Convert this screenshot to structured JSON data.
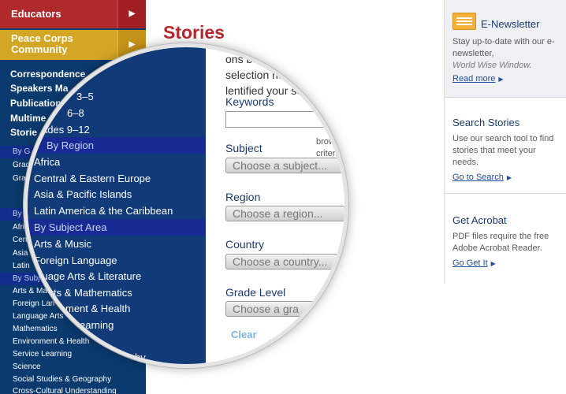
{
  "left_nav": {
    "tabs": [
      {
        "label": "Educators",
        "arrow": "▶"
      },
      {
        "label": "Peace Corps\nCommunity",
        "arrow": "▶"
      }
    ],
    "links": [
      "Correspondence",
      "Speakers Ma",
      "Publication",
      "Multime",
      "Storie"
    ],
    "sections": [
      {
        "heading": "By G",
        "items": [
          "Grad",
          "Grad"
        ]
      },
      {
        "heading": "By",
        "items": [
          "Afri",
          "Cen",
          "Asia",
          "Latin"
        ]
      },
      {
        "heading": "By Subj",
        "items": [
          "Arts & Mathematics",
          "Foreign Lan",
          "Language Arts",
          "Mathematics",
          "Environment & Health",
          "Service Learning",
          "Science",
          "Social Studies & Geography",
          "Cross-Cultural Understanding"
        ]
      }
    ]
  },
  "magnifier": {
    "left": {
      "grade_items": [
        "3–5",
        "6–8",
        "ades 9–12"
      ],
      "region_heading": "By Region",
      "region_items": [
        "Africa",
        "Central & Eastern Europe",
        "Asia & Pacific Islands",
        "Latin America & the Caribbean"
      ],
      "subject_heading": "By Subject Area",
      "subject_items": [
        "Arts & Music",
        "Foreign Language",
        "nguage Arts & Literature",
        "Arts & Mathematics",
        "ment & Health",
        "earning",
        "graphy"
      ]
    },
    "right": {
      "intro": "ons below to find a story that\nselection needs. Press \"Submit\nlentified your search",
      "keywords_label": "Keywords",
      "subject_label": "Subject",
      "subject_placeholder": "Choose a subject...",
      "note": "browse our entire\ncriteria.",
      "region_label": "Region",
      "region_placeholder": "Choose a region...",
      "country_label": "Country",
      "country_placeholder": "Choose a country...",
      "grade_label": "Grade Level",
      "grade_placeholder": "Choose a gra",
      "clear_label": "Clear",
      "submit_label": "Submit Search ▸"
    }
  },
  "main": {
    "title": "Stories"
  },
  "right_sidebar": {
    "newsletter": {
      "title": "E-Newsletter",
      "text": "Stay up-to-date with our e-newsletter,",
      "text_em": "World Wise Window.",
      "link": "Read more"
    },
    "search": {
      "title": "Search Stories",
      "text": "Use our search tool to find stories that meet your needs.",
      "link": "Go to Search"
    },
    "acrobat": {
      "title": "Get Acrobat",
      "text": "PDF files require the free Adobe Acrobat Reader.",
      "link": "Go Get It"
    }
  },
  "colors": {
    "nav_bg": "#0b3a6e",
    "educators_tab": "#b0292b",
    "peace_corps_tab": "#d4a626",
    "title_red": "#b8262b",
    "sub_heading": "#122d8c"
  }
}
